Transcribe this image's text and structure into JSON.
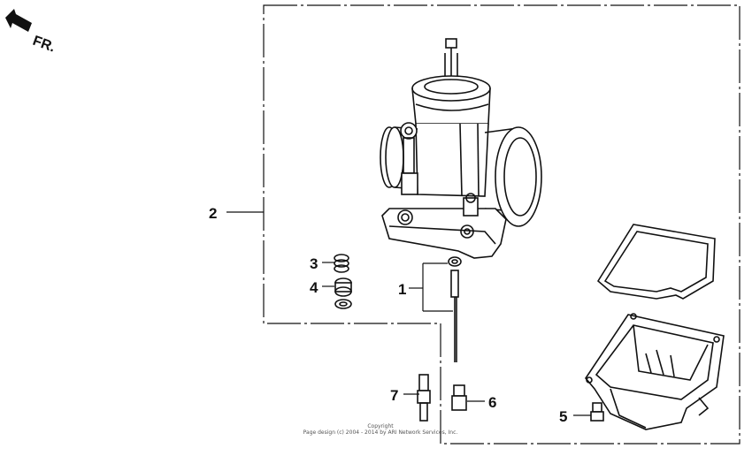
{
  "orientation": {
    "label": "FR."
  },
  "callouts": [
    {
      "id": "1",
      "label": "1",
      "part": "jet-needle-set"
    },
    {
      "id": "2",
      "label": "2",
      "part": "carburetor-assembly"
    },
    {
      "id": "3",
      "label": "3",
      "part": "spring"
    },
    {
      "id": "4",
      "label": "4",
      "part": "idle-screw-set"
    },
    {
      "id": "5",
      "label": "5",
      "part": "drain-screw"
    },
    {
      "id": "6",
      "label": "6",
      "part": "main-jet"
    },
    {
      "id": "7",
      "label": "7",
      "part": "slow-jet"
    }
  ],
  "copyright": {
    "line1": "Copyright",
    "line2": "Page design (c) 2004 - 2014 by ARI Network Services, Inc."
  },
  "colors": {
    "line": "#111111",
    "background": "#ffffff"
  }
}
